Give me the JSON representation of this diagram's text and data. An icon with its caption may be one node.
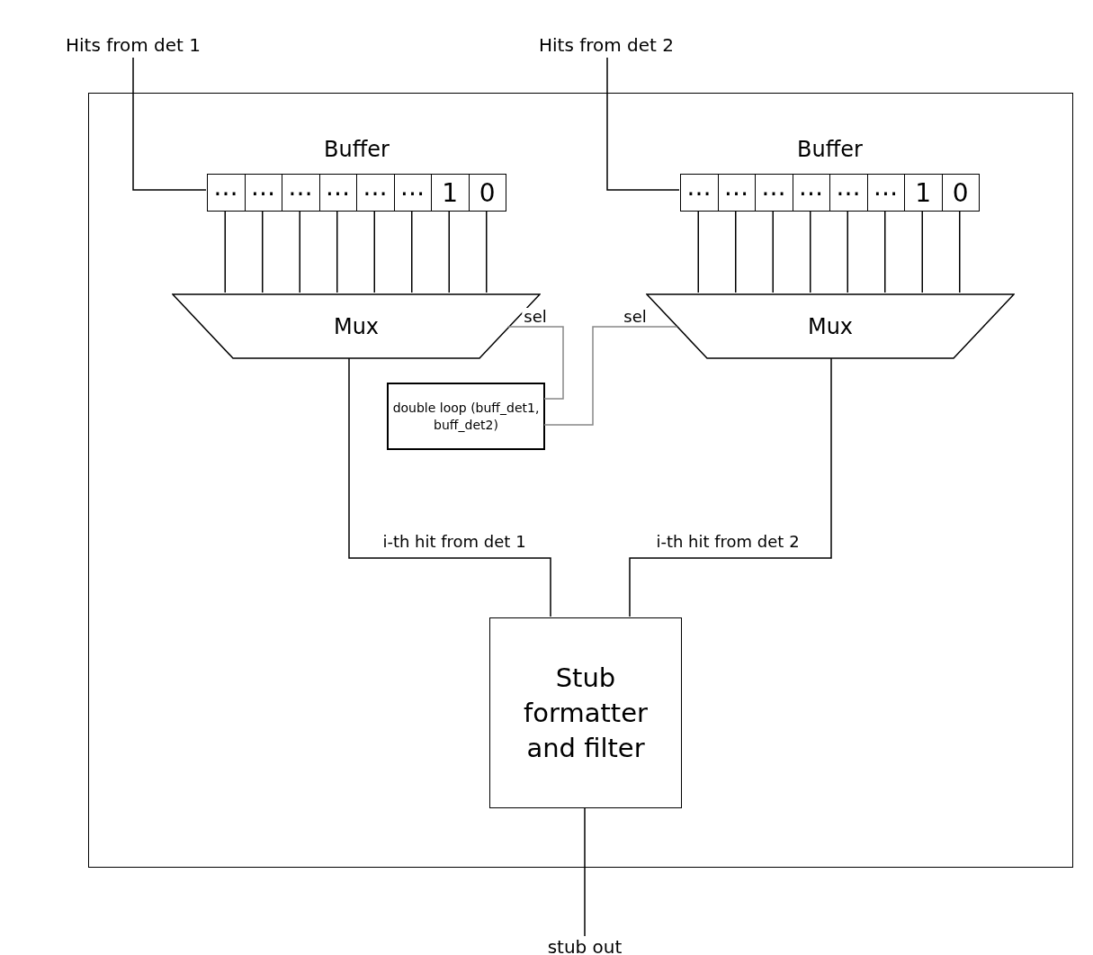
{
  "diagram": {
    "nodes": [
      {
        "text": [],
        "shape": "box"
      },
      {
        "text": [
          "Hits from det 1"
        ]
      },
      {
        "text": [
          "Hits from det 2"
        ]
      },
      {
        "text": [
          "Buffer"
        ],
        "in": 0
      },
      {
        "text": [
          "⋯"
        ],
        "in": 3
      },
      {
        "text": [
          "⋯"
        ],
        "in": 3
      },
      {
        "text": [
          "⋯"
        ],
        "in": 3
      },
      {
        "text": [
          "⋯"
        ],
        "in": 3
      },
      {
        "text": [
          "⋯"
        ],
        "in": 3
      },
      {
        "text": [
          "⋯"
        ],
        "in": 3
      },
      {
        "text": [
          "1"
        ],
        "in": 3
      },
      {
        "text": [
          "0"
        ],
        "in": 3
      },
      {
        "text": [
          "Buffer"
        ],
        "in": 0
      },
      {
        "text": [
          "⋯"
        ],
        "in": 12
      },
      {
        "text": [
          "⋯"
        ],
        "in": 12
      },
      {
        "text": [
          "⋯"
        ],
        "in": 12
      },
      {
        "text": [
          "⋯"
        ],
        "in": 12
      },
      {
        "text": [
          "⋯"
        ],
        "in": 12
      },
      {
        "text": [
          "⋯"
        ],
        "in": 12
      },
      {
        "text": [
          "1"
        ],
        "in": 12
      },
      {
        "text": [
          "0"
        ],
        "in": 12
      },
      {
        "text": [
          "Mux"
        ],
        "in": 0
      },
      {
        "text": [
          "Mux"
        ],
        "in": 0
      },
      {
        "text": [
          "double loop (buff_det1, buff_det2)"
        ],
        "in": 0
      },
      {
        "text": [
          "Stub formatter and filter"
        ],
        "in": 0
      },
      {
        "text": [
          "stub out"
        ]
      }
    ],
    "edges": [
      {
        "from": 1,
        "to": 3,
        "arrow": "none"
      },
      {
        "from": 2,
        "to": 12,
        "arrow": "none"
      },
      {
        "from": 4,
        "to": 21,
        "arrow": "none"
      },
      {
        "from": 5,
        "to": 21,
        "arrow": "none"
      },
      {
        "from": 6,
        "to": 21,
        "arrow": "none"
      },
      {
        "from": 7,
        "to": 21,
        "arrow": "none"
      },
      {
        "from": 8,
        "to": 21,
        "arrow": "none"
      },
      {
        "from": 9,
        "to": 21,
        "arrow": "none"
      },
      {
        "from": 10,
        "to": 21,
        "arrow": "none"
      },
      {
        "from": 11,
        "to": 21,
        "arrow": "none"
      },
      {
        "from": 13,
        "to": 22,
        "arrow": "none"
      },
      {
        "from": 14,
        "to": 22,
        "arrow": "none"
      },
      {
        "from": 15,
        "to": 22,
        "arrow": "none"
      },
      {
        "from": 16,
        "to": 22,
        "arrow": "none"
      },
      {
        "from": 17,
        "to": 22,
        "arrow": "none"
      },
      {
        "from": 18,
        "to": 22,
        "arrow": "none"
      },
      {
        "from": 19,
        "to": 22,
        "arrow": "none"
      },
      {
        "from": 20,
        "to": 22,
        "arrow": "none"
      },
      {
        "from": 23,
        "to": 21,
        "label": "sel",
        "arrow": "none",
        "color": "#888888"
      },
      {
        "from": 23,
        "to": 22,
        "label": "sel",
        "arrow": "none",
        "color": "#888888"
      },
      {
        "from": 21,
        "to": 24,
        "label": "i-th hit from det 1",
        "arrow": "none"
      },
      {
        "from": 22,
        "to": 24,
        "label": "i-th hit from det 2",
        "arrow": "none"
      },
      {
        "from": 24,
        "to": 25,
        "arrow": "none"
      }
    ]
  }
}
